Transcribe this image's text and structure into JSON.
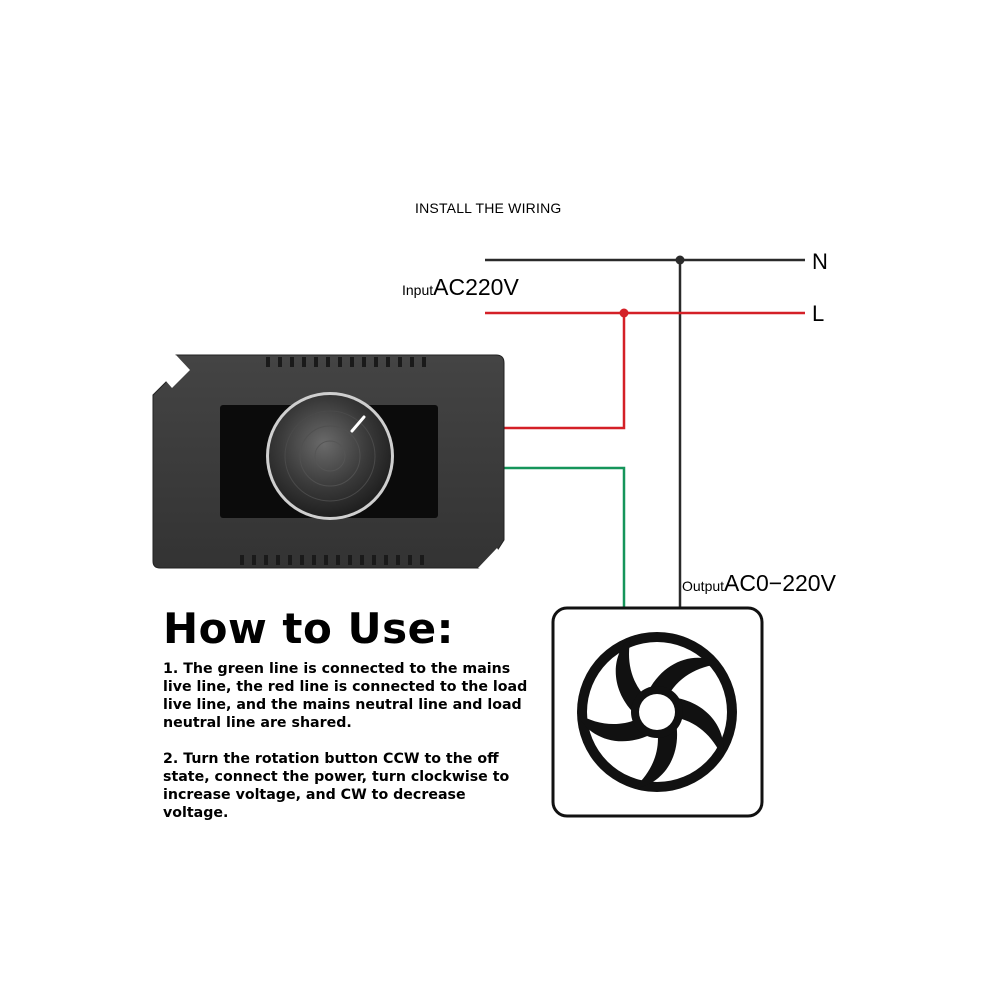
{
  "title": "INSTALL THE WIRING",
  "lines": {
    "neutral": "N",
    "live": "L"
  },
  "input": {
    "prefix": "Input",
    "voltage": "AC220V"
  },
  "output": {
    "prefix": "Output",
    "voltage": "AC0−220V"
  },
  "howto": {
    "heading": "How to Use:",
    "steps": [
      "1. The green line is connected to the mains live line, the red line is connected to the load live line, and the mains neutral line and load neutral line are shared.",
      "2. Turn the rotation button CCW to the off state, connect the power, turn clockwise to increase voltage, and CW to decrease voltage."
    ]
  },
  "colors": {
    "red_wire": "#d42027",
    "green_wire": "#15955a",
    "neutral_wire": "#2a2a2a",
    "controller_body": "#3b3b3b"
  },
  "icons": {
    "controller": "dimmer-controller-icon",
    "load": "fan-icon"
  }
}
